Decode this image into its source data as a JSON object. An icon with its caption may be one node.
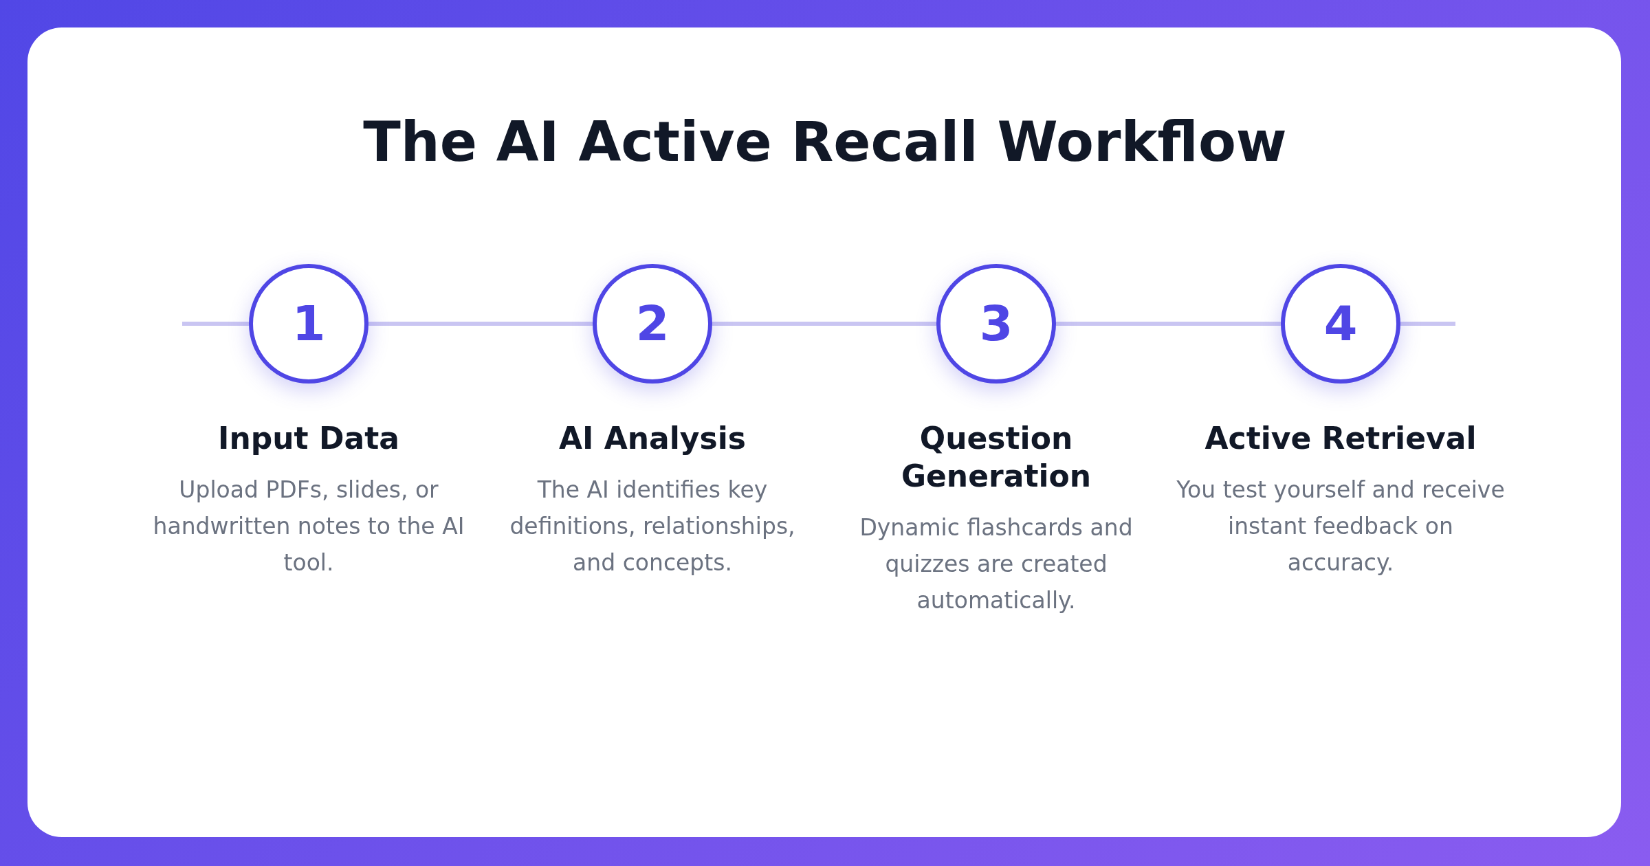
{
  "diagram": {
    "title": "The AI Active Recall Workflow",
    "nodes": [
      {
        "text": [
          "1"
        ],
        "beside": [
          "Input Data",
          "Upload PDFs, slides, or handwritten notes to the AI tool."
        ]
      },
      {
        "text": [
          "2"
        ],
        "beside": [
          "AI Analysis",
          "The AI identifies key definitions, relationships, and concepts."
        ]
      },
      {
        "text": [
          "3"
        ],
        "beside": [
          "Question Generation",
          "Dynamic flashcards and quizzes are created automatically."
        ]
      },
      {
        "text": [
          "4"
        ],
        "beside": [
          "Active Retrieval",
          "You test yourself and receive instant feedback on accuracy."
        ]
      }
    ],
    "edges": [
      {
        "from": null,
        "to": 0,
        "arrow": "none"
      },
      {
        "from": 0,
        "to": 1,
        "arrow": "none"
      },
      {
        "from": 1,
        "to": 2,
        "arrow": "none"
      },
      {
        "from": 2,
        "to": 3,
        "arrow": "none"
      },
      {
        "from": 3,
        "to": null,
        "arrow": "none"
      }
    ]
  }
}
